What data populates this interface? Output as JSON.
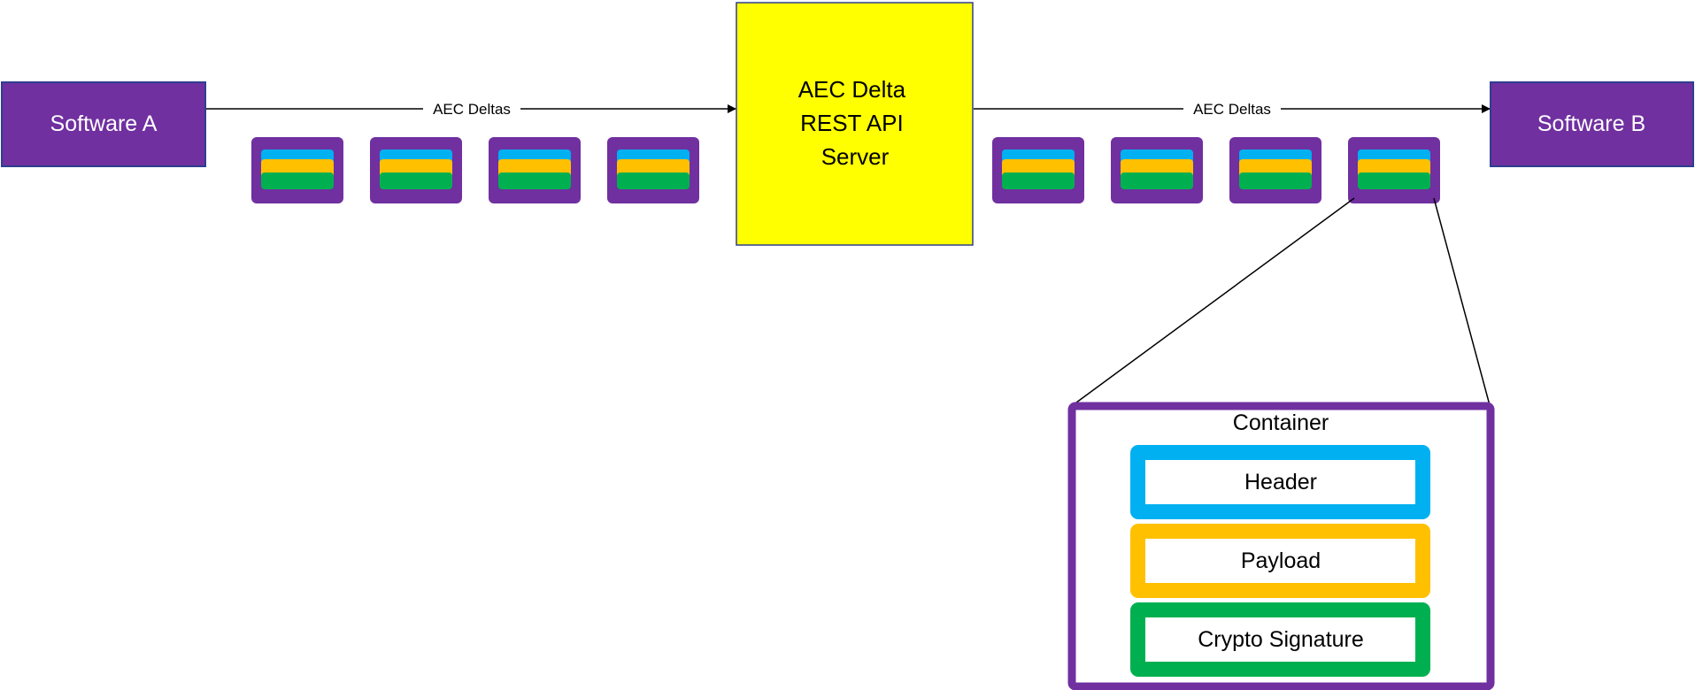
{
  "nodes": {
    "software_a": {
      "label": "Software A"
    },
    "server": {
      "lines": [
        "AEC Delta",
        "REST API",
        "Server"
      ]
    },
    "software_b": {
      "label": "Software B"
    }
  },
  "edges": {
    "left": {
      "label": "AEC Deltas"
    },
    "right": {
      "label": "AEC Deltas"
    }
  },
  "container_detail": {
    "title": "Container",
    "parts": [
      {
        "label": "Header"
      },
      {
        "label": "Payload"
      },
      {
        "label": "Crypto Signature"
      }
    ]
  },
  "colors": {
    "purple": "#7030A0",
    "yellow": "#FFFF00",
    "blue": "#00B0F0",
    "orange": "#FFC000",
    "green": "#00B050"
  }
}
